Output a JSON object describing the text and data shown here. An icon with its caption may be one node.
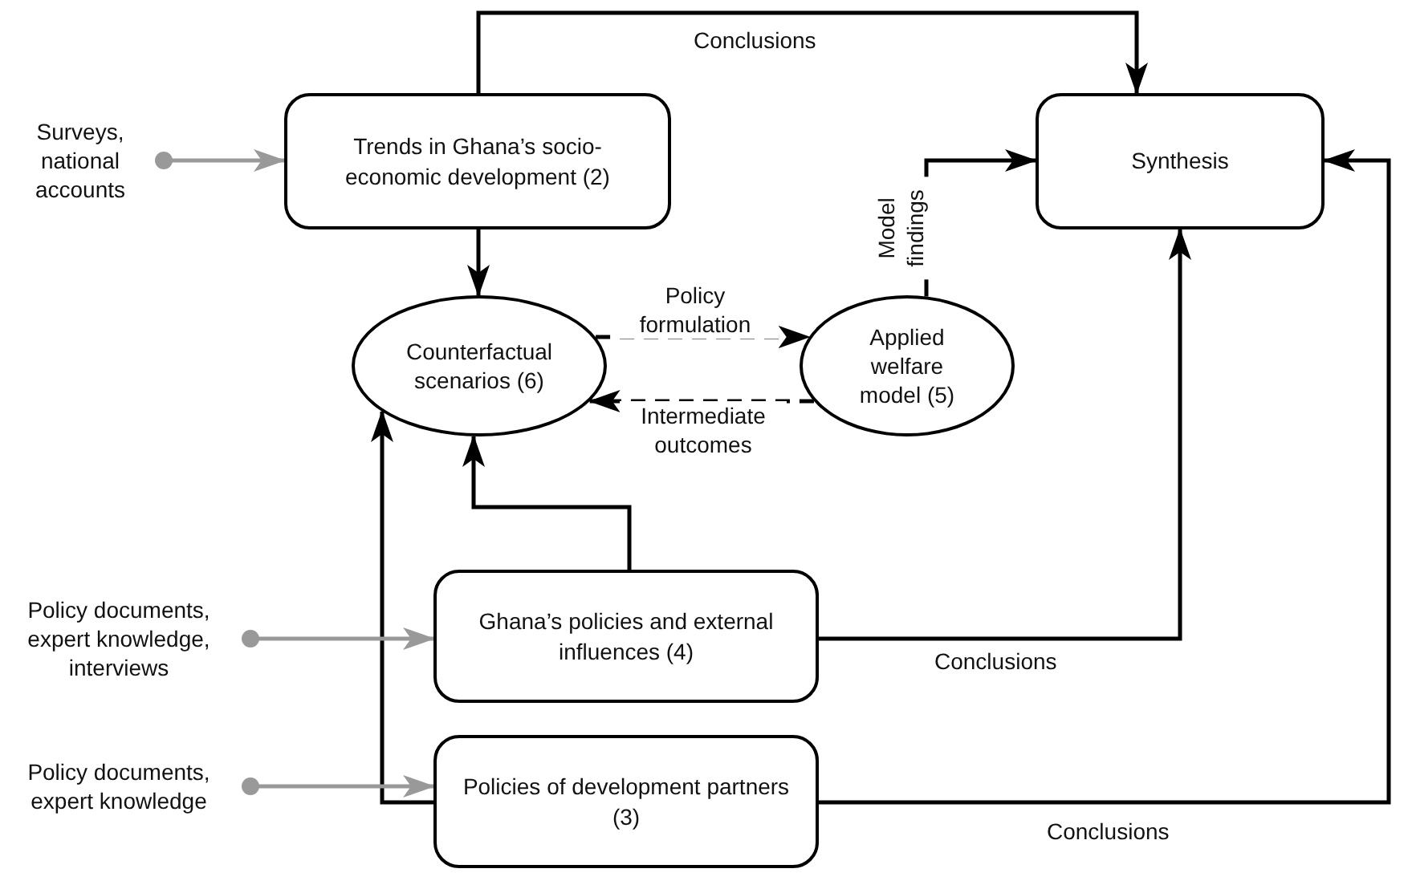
{
  "diagram": {
    "nodes": [
      {
        "text": [
          "Surveys, national accounts"
        ]
      },
      {
        "text": [
          "Trends in Ghana’s socio-economic development (2)"
        ]
      },
      {
        "text": [
          "Synthesis"
        ]
      },
      {
        "text": [
          "Counterfactual scenarios (6)"
        ]
      },
      {
        "text": [
          "Applied welfare model (5)"
        ]
      },
      {
        "text": [
          "Policy documents, expert knowledge, interviews"
        ]
      },
      {
        "text": [
          "Ghana’s policies and external influences (4)"
        ]
      },
      {
        "text": [
          "Policy documents, expert knowledge"
        ]
      },
      {
        "text": [
          "Policies of development partners (3)"
        ]
      }
    ],
    "edges": [
      {
        "from": 0,
        "to": 1,
        "arrow": "to",
        "color": "#999999"
      },
      {
        "from": 1,
        "to": 2,
        "arrow": "to",
        "label": "Conclusions"
      },
      {
        "from": 1,
        "to": 3,
        "arrow": "to"
      },
      {
        "from": 3,
        "to": 4,
        "arrow": "to",
        "label": "Policy formulation",
        "style": "dashed"
      },
      {
        "from": 4,
        "to": 3,
        "arrow": "to",
        "label": "Intermediate outcomes",
        "style": "dashed"
      },
      {
        "from": 4,
        "to": 2,
        "arrow": "to",
        "label": "Model findings"
      },
      {
        "from": 6,
        "to": 3,
        "arrow": "to"
      },
      {
        "from": 6,
        "to": 2,
        "arrow": "to",
        "label": "Conclusions"
      },
      {
        "from": 8,
        "to": 3,
        "arrow": "to"
      },
      {
        "from": 8,
        "to": 2,
        "arrow": "to",
        "label": "Conclusions"
      },
      {
        "from": 5,
        "to": 6,
        "arrow": "to",
        "color": "#999999"
      },
      {
        "from": 7,
        "to": 8,
        "arrow": "to",
        "color": "#999999"
      }
    ]
  }
}
